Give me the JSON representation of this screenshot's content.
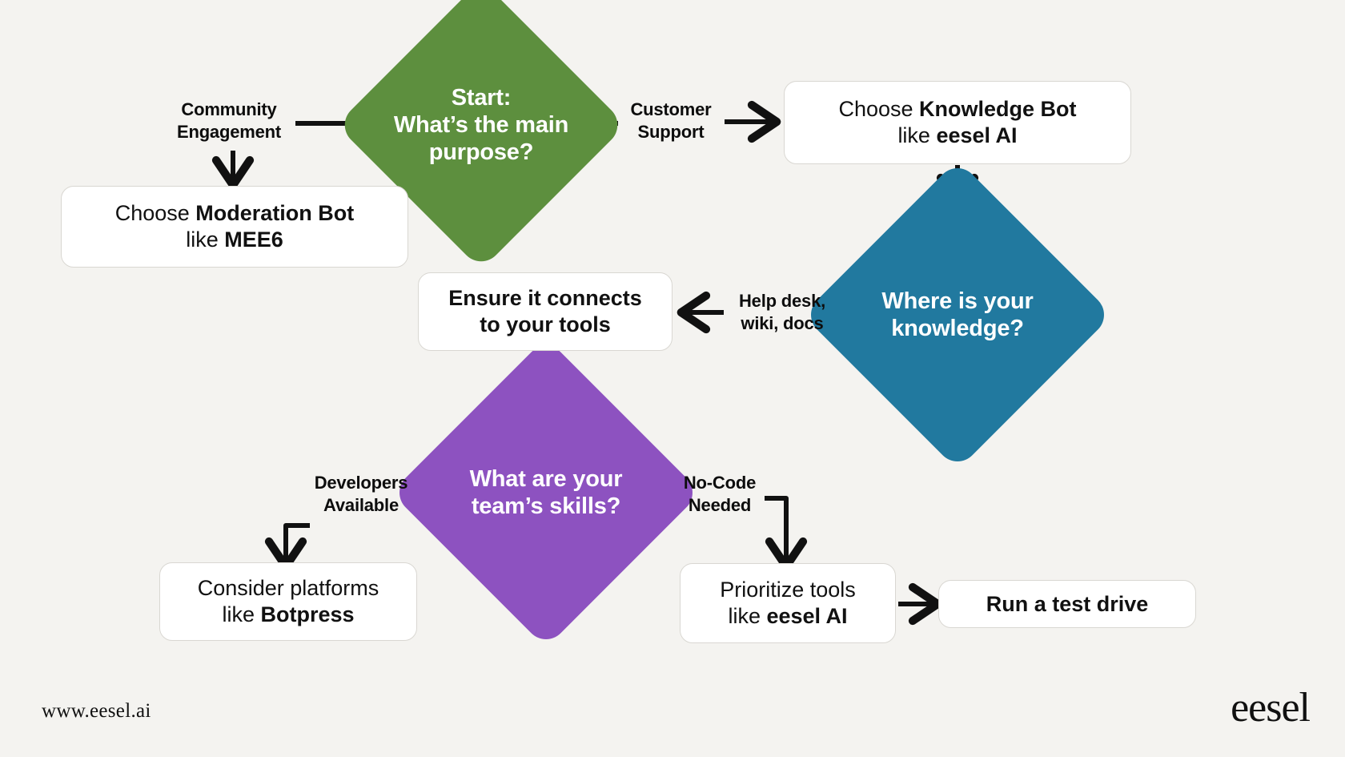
{
  "meta": {
    "title": "Chatbot selection decision flowchart",
    "background_color": "#f4f3f0"
  },
  "colors": {
    "green": "#5d8f3e",
    "blue": "#21799f",
    "purple": "#8d52c0",
    "box_fill": "#ffffff",
    "box_border": "#d9d7d2",
    "line": "#111111",
    "text_dark": "#111111",
    "text_light": "#ffffff"
  },
  "nodes": {
    "start_decision": {
      "label": "Start:\nWhat’s the main\npurpose?",
      "type": "decision",
      "color": "#5d8f3e"
    },
    "knowledge_location_decision": {
      "label": "Where is your\nknowledge?",
      "type": "decision",
      "color": "#21799f"
    },
    "team_skills_decision": {
      "label": "What are your\nteam’s skills?",
      "type": "decision",
      "color": "#8d52c0"
    },
    "moderation_bot_box": {
      "prefix": "Choose ",
      "strong1": "Moderation Bot",
      "middle": "\nlike ",
      "strong2": "MEE6",
      "type": "process"
    },
    "knowledge_bot_box": {
      "prefix": "Choose ",
      "strong1": "Knowledge Bot",
      "middle": "\nlike ",
      "strong2": "eesel AI",
      "type": "process"
    },
    "connect_tools_box": {
      "label": "Ensure it connects\nto your tools",
      "type": "process",
      "bold": true
    },
    "botpress_box": {
      "prefix": "Consider platforms\nlike ",
      "strong1": "Botpress",
      "middle": "",
      "strong2": "",
      "type": "process"
    },
    "prioritize_tools_box": {
      "prefix": "Prioritize tools\nlike ",
      "strong1": "eesel AI",
      "middle": "",
      "strong2": "",
      "type": "process"
    },
    "test_drive_box": {
      "label": "Run a test drive",
      "type": "process",
      "bold": true
    }
  },
  "edge_labels": {
    "community_engagement": "Community\nEngagement",
    "customer_support": "Customer\nSupport",
    "help_desk_wiki_docs": "Help desk,\nwiki, docs",
    "developers_available": "Developers\nAvailable",
    "no_code_needed": "No-Code\nNeeded"
  },
  "footer": {
    "url": "www.eesel.ai",
    "logo": "eesel"
  }
}
